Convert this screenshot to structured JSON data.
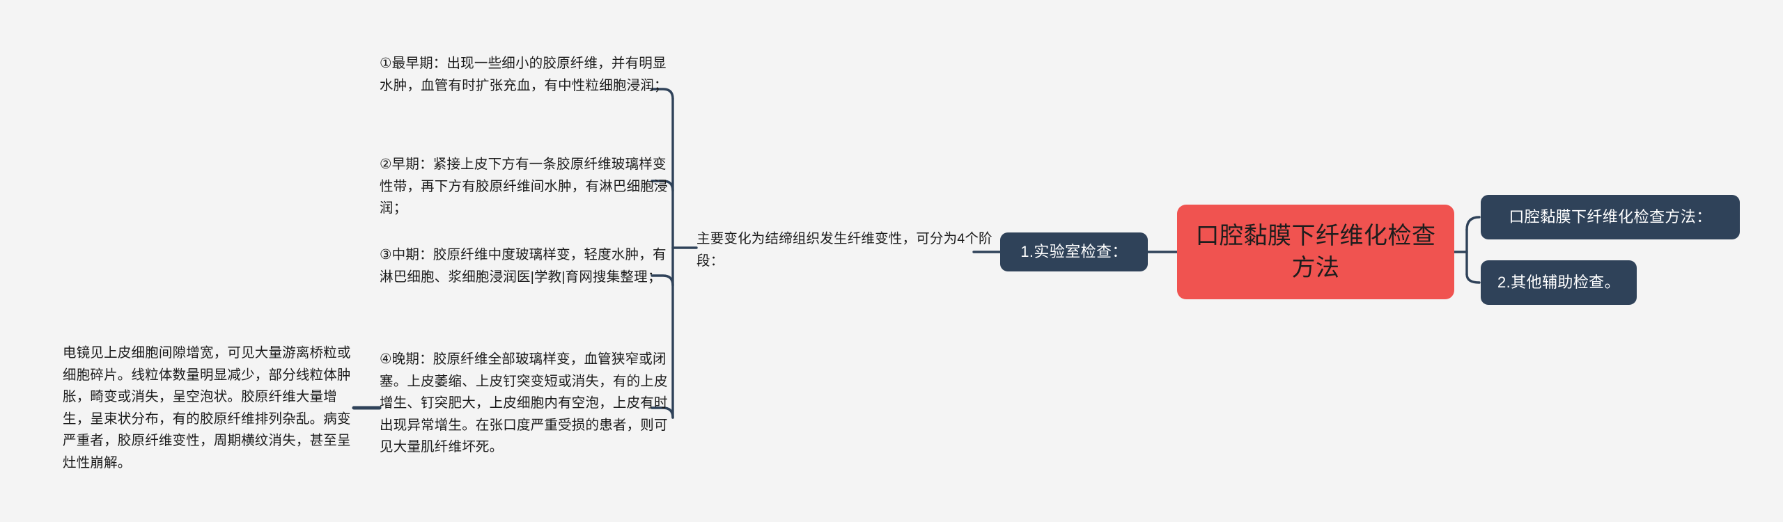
{
  "theme": {
    "background": "#f4f4f4",
    "accent_red": "#f05350",
    "node_navy": "#2f4259",
    "line_color": "#2f4259",
    "text_dark": "#1b1b1b",
    "text_light": "#ffffff"
  },
  "root": {
    "label": "口腔黏膜下纤维化检查方法"
  },
  "right_branch": [
    {
      "label": "口腔黏膜下纤维化检查方法："
    },
    {
      "label": "2.其他辅助检查。"
    }
  ],
  "left_branch": {
    "lab_node": {
      "label": "1.实验室检查："
    },
    "summary": {
      "label": "主要变化为结缔组织发生纤维变性，可分为4个阶段："
    },
    "stages": [
      {
        "id": "stage-1",
        "label": "①最早期：出现一些细小的胶原纤维，并有明显水肿，血管有时扩张充血，有中性粒细胞浸润；"
      },
      {
        "id": "stage-2",
        "label": "②早期：紧接上皮下方有一条胶原纤维玻璃样变性带，再下方有胶原纤维间水肿，有淋巴细胞浸润；"
      },
      {
        "id": "stage-3",
        "label": "③中期：胶原纤维中度玻璃样变，轻度水肿，有淋巴细胞、浆细胞浸润医|学教|育网搜集整理；"
      },
      {
        "id": "stage-4",
        "label": "④晚期：胶原纤维全部玻璃样变，血管狭窄或闭塞。上皮萎缩、上皮钉突变短或消失，有的上皮增生、钉突肥大，上皮细胞内有空泡，上皮有时出现异常增生。在张口度严重受损的患者，则可见大量肌纤维坏死。"
      }
    ],
    "electron_microscopy": {
      "label": "电镜见上皮细胞间隙增宽，可见大量游离桥粒或细胞碎片。线粒体数量明显减少，部分线粒体肿胀，畸变或消失，呈空泡状。胶原纤维大量增生，呈束状分布，有的胶原纤维排列杂乱。病变严重者，胶原纤维变性，周期横纹消失，甚至呈灶性崩解。"
    }
  }
}
